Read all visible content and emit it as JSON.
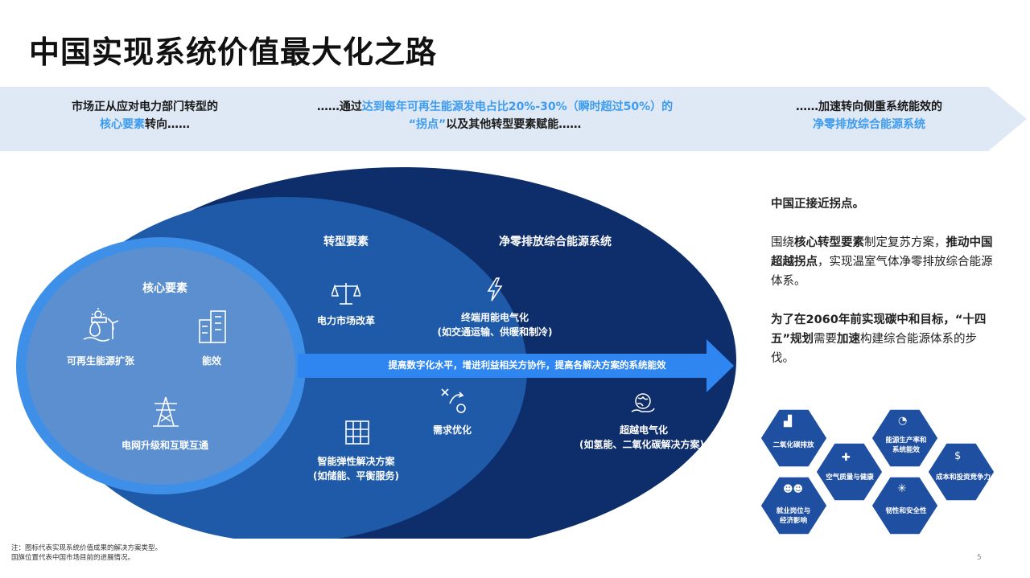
{
  "title": "中国实现系统价值最大化之路",
  "banner": {
    "left_line1": "市场正从应对电力部门转型的",
    "left_line2_hl": "核心要素",
    "left_line2_rest": "转向……",
    "mid_line1_pre": "……通过",
    "mid_line1_hl": "达到每年可再生能源发电占比20%-30%（瞬时超过50%）的",
    "mid_line2_hl": "“拐点”",
    "mid_line2_rest": "以及其他转型要素赋能……",
    "right_line1": "……加速转向侧重系统能效的",
    "right_line2_hl": "净零排放综合能源系统"
  },
  "diagram": {
    "core_title": "核心要素",
    "transform_title": "转型要素",
    "netzero_title": "净零排放综合能源系统",
    "core_items": {
      "renewable": "可再生能源扩张",
      "efficiency": "能效",
      "grid": "电网升级和互联互通"
    },
    "transform_items": {
      "market": "电力市场改革",
      "smart_line1": "智能弹性解决方案",
      "smart_line2": "(如储能、平衡服务)",
      "demand": "需求优化"
    },
    "netzero_items": {
      "electrify_line1": "终端用能电气化",
      "electrify_line2": "(如交通运输、供暖和制冷)",
      "super_line1": "超越电气化",
      "super_line2": "(如氢能、二氧化碳解决方案)"
    },
    "arrow_text": "提高数字化水平，增进利益相关方协作，提高各解决方案的系统能效"
  },
  "side": {
    "p1": "中国正接近拐点。",
    "p2_a": "围绕",
    "p2_b": "核心转型要素",
    "p2_c": "制定复苏方案，",
    "p2_d": "推动中国超越拐点",
    "p2_e": "，实现温室气体净零排放综合能源体系。",
    "p3_a": "为了在2060年前实现碳中和目标，“十四五”规划",
    "p3_b": "需要",
    "p3_c": "加速",
    "p3_d": "构建综合能源体系的步伐。"
  },
  "hexagons": {
    "carbon": "二氧化碳排放",
    "productivity_line1": "能源生产率和",
    "productivity_line2": "系统能效",
    "air": "空气质量与健康",
    "cost": "成本和投资竞争力",
    "jobs_line1": "就业岗位与",
    "jobs_line2": "经济影响",
    "resilience": "韧性和安全性"
  },
  "footnote": {
    "line1": "注：图标代表实现系统价值成果的解决方案类型。",
    "line2": "国旗位置代表中国市场目前的进展情况。"
  },
  "page_number": "5",
  "colors": {
    "banner": "#dfe9f5",
    "outer_ellipse": "#0d2d6b",
    "middle_ellipse": "#1e5aa8",
    "inner_ellipse": "#5b8fd0",
    "inner_ring": "#3d8fe8",
    "arrow": "#2f86f0",
    "hexagon": "#1f4fa0",
    "highlight": "#3d9bf0"
  }
}
